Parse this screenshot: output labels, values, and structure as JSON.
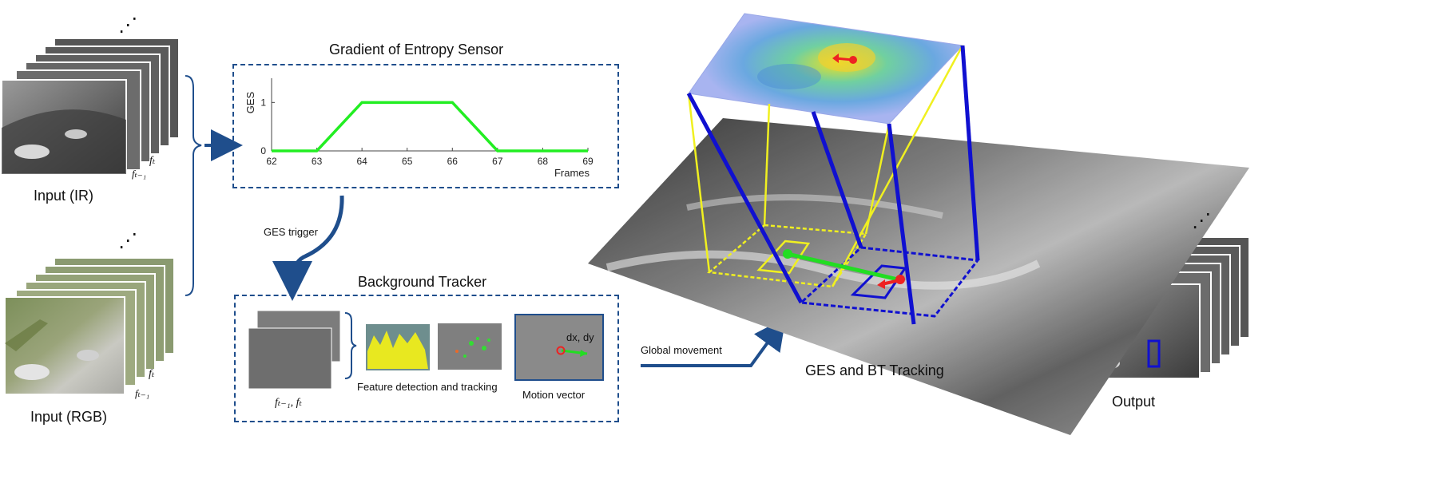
{
  "labels": {
    "input_ir": "Input (IR)",
    "input_rgb": "Input (RGB)",
    "output": "Output",
    "ges_title": "Gradient of Entropy Sensor",
    "bt_title": "Background Tracker",
    "ges_trigger": "GES trigger",
    "global_movement": "Global movement",
    "ges_bt_tracking": "GES and BT Tracking",
    "feature_detection": "Feature detection and tracking",
    "motion_vector": "Motion vector",
    "dxdy": "dx, dy",
    "ft": "fₜ",
    "ft_minus_1": "fₜ₋₁",
    "ft_pair": "fₜ₋₁, fₜ",
    "ellipsis": "⋰"
  },
  "chart_data": {
    "type": "line",
    "title": "",
    "xlabel": "Frames",
    "ylabel": "GES",
    "x": [
      62,
      63,
      64,
      65,
      66,
      67,
      68,
      69
    ],
    "y": [
      0,
      0,
      1,
      1,
      1,
      0,
      0,
      0
    ],
    "xticks": [
      "62",
      "63",
      "64",
      "65",
      "66",
      "67",
      "68",
      "69"
    ],
    "yticks": [
      "0",
      "1"
    ],
    "xlim": [
      62,
      69
    ],
    "ylim": [
      0,
      1.5
    ],
    "color": "#22ee22",
    "grid": false
  },
  "colors": {
    "dashed_box": "#1f4e8c",
    "arrow": "#1f4e8c",
    "blue_box": "#1010d0",
    "yellow_box": "#f0f020",
    "green_vector": "#22dd22",
    "red_vector": "#ee2222"
  }
}
